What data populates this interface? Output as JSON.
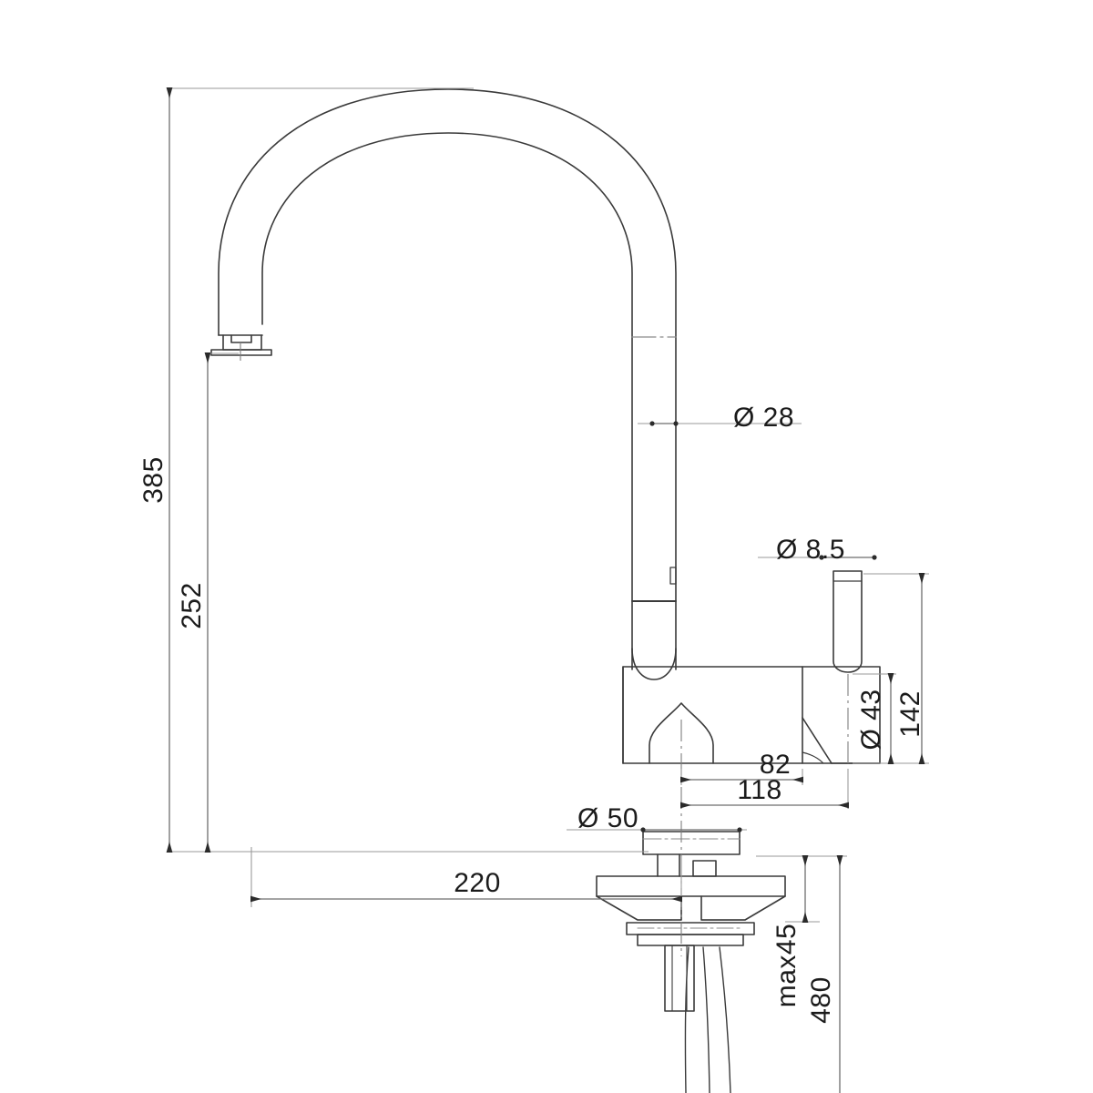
{
  "drawing": {
    "type": "technical-dimension-drawing",
    "subject": "gooseneck-kitchen-mixer-tap",
    "view": "front-elevation-section",
    "units": "mm",
    "background_color": "#ffffff",
    "line_color": "#3a3a3a",
    "dimension_line_color": "#6e6e6e",
    "text_color": "#1b1b1b",
    "diameter_symbol": "Ø"
  },
  "dimensions": {
    "overall_height": {
      "label": "385",
      "orientation": "vertical",
      "description": "total height from mounting surface to top of spout arc"
    },
    "spout_outlet_height": {
      "label": "252",
      "orientation": "vertical",
      "description": "height from mounting surface to spout outlet"
    },
    "spout_tube_diameter": {
      "label": "Ø 28",
      "orientation": "horizontal-leader",
      "description": "diameter of spout tube"
    },
    "handle_lever_diameter": {
      "label": "Ø 8.5",
      "orientation": "horizontal-leader",
      "description": "diameter of handle lever rod"
    },
    "body_diameter": {
      "label": "Ø 43",
      "orientation": "vertical",
      "description": "diameter of valve body"
    },
    "handle_total_height": {
      "label": "142",
      "orientation": "vertical",
      "description": "height of body plus handle lever"
    },
    "handle_reach_inner": {
      "label": "82",
      "orientation": "horizontal",
      "description": "horizontal offset to handle pivot"
    },
    "handle_reach_outer": {
      "label": "118",
      "orientation": "horizontal",
      "description": "horizontal offset to handle tip"
    },
    "base_diameter": {
      "label": "Ø 50",
      "orientation": "horizontal-leader",
      "description": "diameter of base escutcheon"
    },
    "spout_reach": {
      "label": "220",
      "orientation": "horizontal",
      "description": "horizontal reach from centre to spout outlet"
    },
    "max_benchtop_thickness": {
      "label": "max45",
      "orientation": "vertical-rotated",
      "description": "maximum benchtop thickness for mounting"
    },
    "hose_length": {
      "label": "480",
      "orientation": "vertical-rotated",
      "description": "length of connection hoses below mounting"
    }
  },
  "labels_list": [
    "385",
    "252",
    "Ø 28",
    "Ø 8.5",
    "Ø 43",
    "142",
    "82",
    "118",
    "Ø 50",
    "220",
    "max45",
    "480"
  ]
}
